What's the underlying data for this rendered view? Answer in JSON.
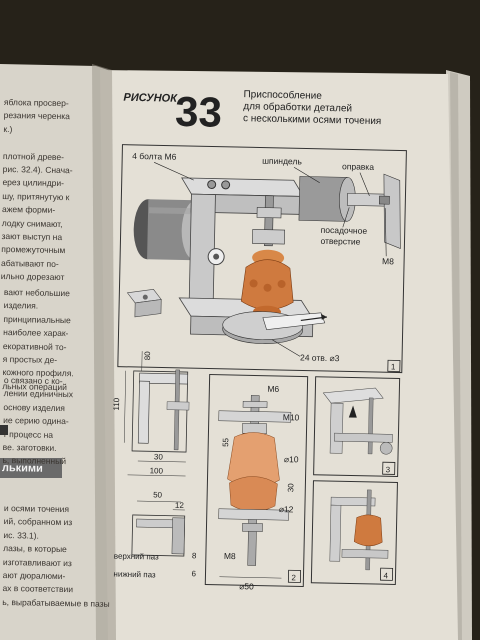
{
  "left_page": {
    "lines_a": [
      "ябло­ка просвер-",
      "резания черенка",
      "к.)",
      "",
      "плотной древе-",
      "рис. 32.4). Снача-",
      "ерез цилиндри-",
      "шу, притянутую к",
      "ажем форми-",
      "лодку снимают,",
      "зают выступ на",
      "промежуточным",
      "абатывают по-",
      "ильно дорезают"
    ],
    "lines_b": [
      "вают небольшие",
      "изделия.",
      "принципиальные",
      "наиболее харак-",
      "екоративной то-",
      "я простых де-",
      "кожного профиля.",
      "льных операций"
    ],
    "lines_c": [
      "о связано с ко-",
      "лении единичных",
      "основу изделия",
      "ие серию одина-",
      "т процесс на",
      "ве. заготовки.",
      "ь, выполненный"
    ],
    "heading": "лькими",
    "lines_d": [
      "и осями точения",
      "ий, собранном из",
      "ис. 33.1).",
      "лазы, в которые",
      "изготавливают из",
      "ают дюралюми-",
      "ах в соответствии",
      "ь, вырабатываемые в пазы"
    ]
  },
  "figure": {
    "label": "РИСУНОК",
    "number": "33",
    "title": [
      "Приспособление",
      "для обработки деталей",
      "с несколькими осями точения"
    ]
  },
  "panel1": {
    "bolts": "4 болта M6",
    "spindle": "шпиндель",
    "mandrel": "оправка",
    "hole": [
      "посадочное",
      "отверстие"
    ],
    "thread": "M8",
    "holes_count": "24 отв. ⌀3",
    "num": "1"
  },
  "panel_side": {
    "d80": "80",
    "d110": "110",
    "d30": "30",
    "d100": "100",
    "d12": "12",
    "d50": "50",
    "top_slot": "верхний паз",
    "bottom_slot": "нижний паз",
    "d8": "8",
    "d6": "6"
  },
  "panel2": {
    "m6": "M6",
    "m10": "M10",
    "d55": "55",
    "d10": "⌀10",
    "d30": "30",
    "d12": "⌀12",
    "m8": "M8",
    "d50": "⌀50",
    "num": "2"
  },
  "panel3": {
    "num": "3"
  },
  "panel4": {
    "num": "4"
  },
  "colors": {
    "page": "#e4e0d6",
    "wood": "#cf7a3f",
    "ink": "#1c1c1c",
    "backdrop": "#2a2620"
  }
}
